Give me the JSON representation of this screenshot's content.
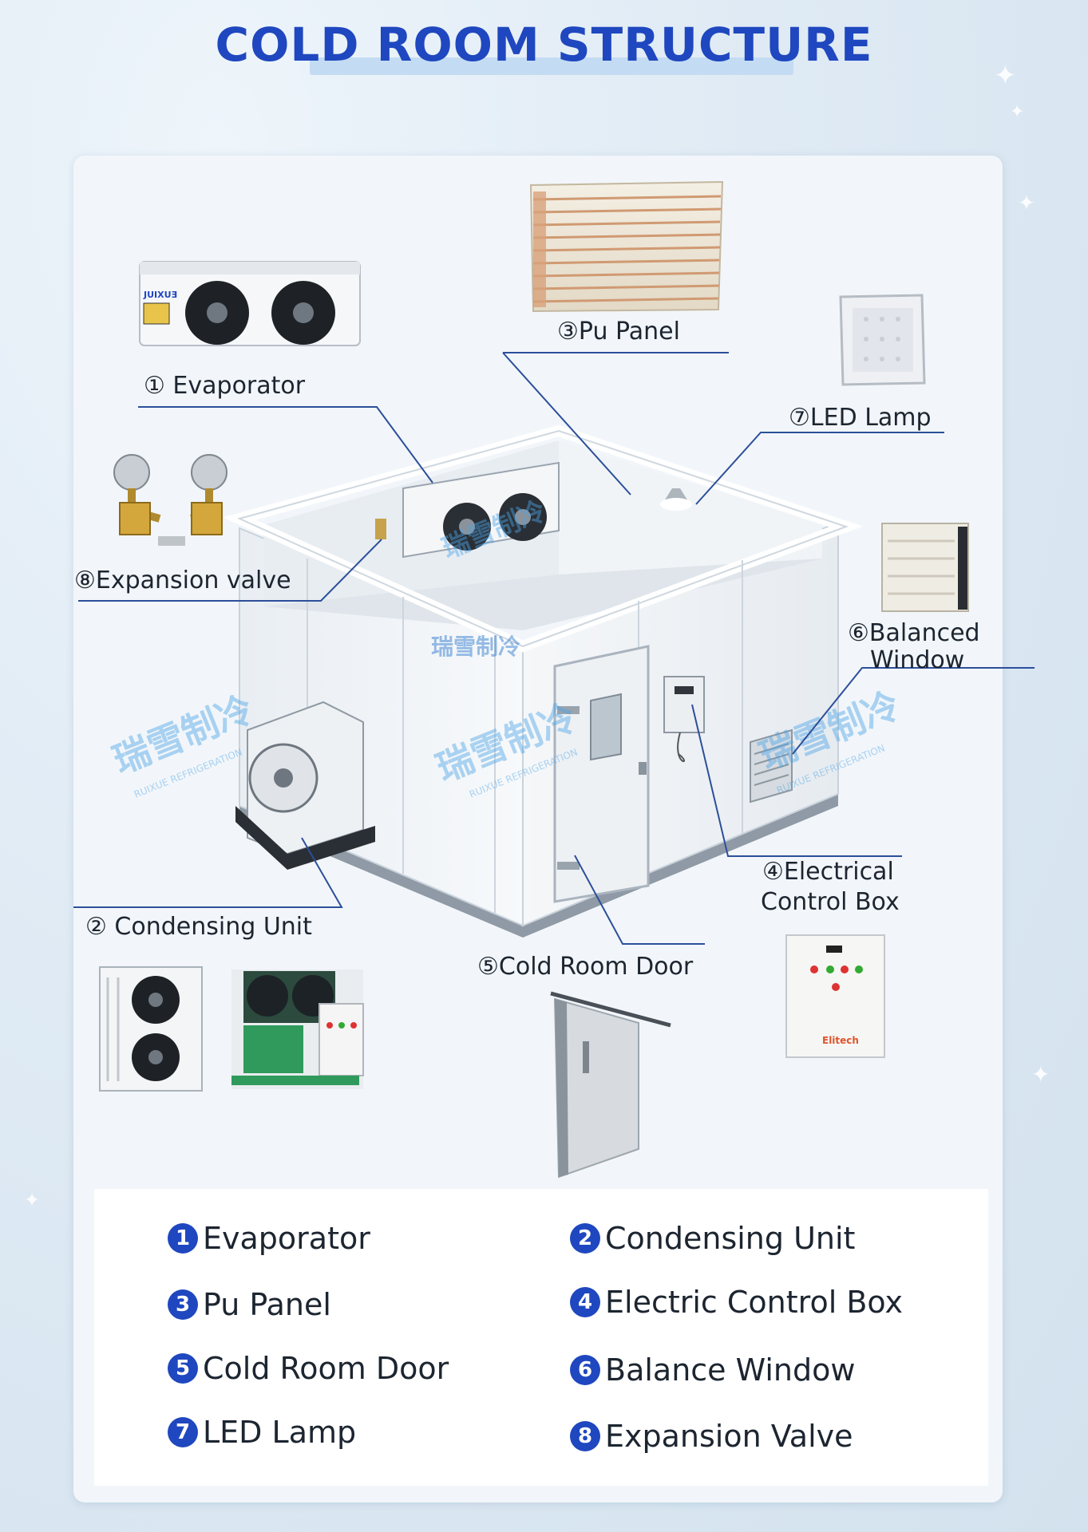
{
  "title": "COLD ROOM STRUCTURE",
  "colors": {
    "accent": "#1f47bf",
    "leader_line": "#2c4f9a",
    "panel_bg": "#f2f6fa"
  },
  "callouts": {
    "evaporator": "① Evaporator",
    "pu_panel": "③Pu Panel",
    "led_lamp": "⑦LED Lamp",
    "expansion_valve": "⑧Expansion valve",
    "balanced_window_1": "⑥Balanced",
    "balanced_window_2": "Window",
    "electrical_box_1": "④Electrical",
    "electrical_box_2": "Control Box",
    "condensing_unit": "② Condensing Unit",
    "cold_room_door": "⑤Cold Room Door"
  },
  "watermark": {
    "brand_cn": "瑞雪制冷",
    "brand_en": "RUIXUE REFRIGERATION",
    "product_text": "JUIXUƎ",
    "controller_brand": "Elitech"
  },
  "legend": [
    {
      "num": "1",
      "label": "Evaporator"
    },
    {
      "num": "2",
      "label": "Condensing Unit"
    },
    {
      "num": "3",
      "label": "Pu Panel"
    },
    {
      "num": "4",
      "label": "Electric Control Box"
    },
    {
      "num": "5",
      "label": "Cold Room Door"
    },
    {
      "num": "6",
      "label": "Balance Window"
    },
    {
      "num": "7",
      "label": "LED Lamp"
    },
    {
      "num": "8",
      "label": "Expansion Valve"
    }
  ]
}
